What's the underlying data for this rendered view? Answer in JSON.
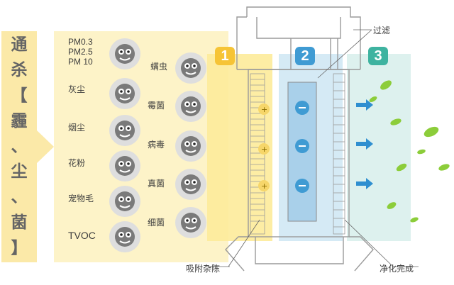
{
  "title_chars": [
    "通",
    "杀",
    "【",
    "霾",
    "、",
    "尘",
    "、",
    "菌",
    "】"
  ],
  "left_pollutants": [
    {
      "label": "PM0.3\nPM2.5\nPM 10",
      "icon": "pm-particle-icon"
    },
    {
      "label": "灰尘",
      "icon": "dust-icon"
    },
    {
      "label": "烟尘",
      "icon": "smoke-icon"
    },
    {
      "label": "花粉",
      "icon": "pollen-icon"
    },
    {
      "label": "宠物毛",
      "icon": "pet-hair-icon"
    },
    {
      "label": "TVOC",
      "icon": "tvoc-icon"
    }
  ],
  "right_pollutants": [
    {
      "label": "螨虫",
      "icon": "mite-icon"
    },
    {
      "label": "霉菌",
      "icon": "mold-icon"
    },
    {
      "label": "病毒",
      "icon": "virus-icon"
    },
    {
      "label": "真菌",
      "icon": "fungus-icon"
    },
    {
      "label": "细菌",
      "icon": "bacteria-icon"
    }
  ],
  "stages": [
    {
      "number": "1",
      "color": "#f6c436",
      "panel": "#fdeb9a"
    },
    {
      "number": "2",
      "color": "#3f9bd3",
      "panel": "#d5eaf5"
    },
    {
      "number": "3",
      "color": "#3eb3a0",
      "panel": "#ddf1ee"
    }
  ],
  "labels": {
    "filter": "过滤",
    "adsorb": "吸附杂陈",
    "purified": "净化完成"
  },
  "colors": {
    "title_bg": "#fbe9a8",
    "panel_bg": "#fdf3c8",
    "arrow": "#2f8fd0",
    "leaf": "#8ccd3a",
    "ion": "#3f9bd3"
  }
}
